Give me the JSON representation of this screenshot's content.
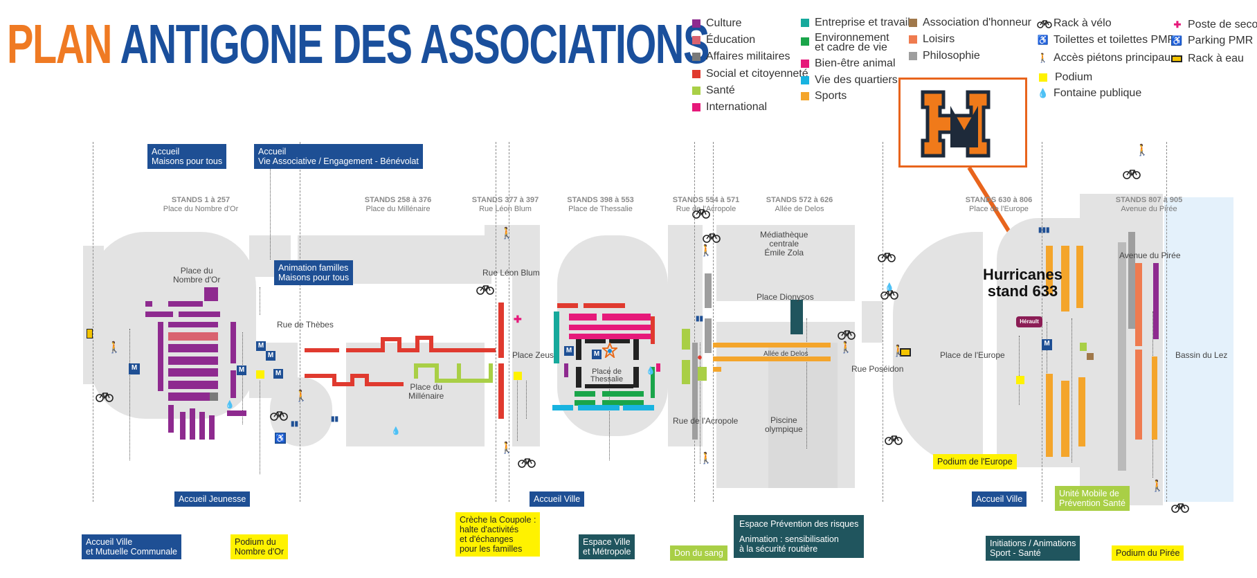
{
  "title": {
    "part1": "PLAN",
    "part2": "ANTIGONE DES ASSOCIATIONS"
  },
  "legend_col1": [
    {
      "label": "Culture",
      "color": "#8e2a8f"
    },
    {
      "label": "Éducation",
      "color": "#d9626f"
    },
    {
      "label": "Affaires militaires",
      "color": "#7a7a7a"
    },
    {
      "label": "Social et citoyenneté",
      "color": "#e03a2f"
    },
    {
      "label": "Santé",
      "color": "#a9cf46"
    },
    {
      "label": "International",
      "color": "#e6197a"
    }
  ],
  "legend_col2": [
    {
      "label": "Entreprise et travail",
      "color": "#16a99c"
    },
    {
      "label": "Environnement",
      "label2": "et cadre de vie",
      "color": "#1aa54a"
    },
    {
      "label": "Bien-être animal",
      "color": "#e6197a"
    },
    {
      "label": "Vie des quartiers",
      "color": "#18b3e0"
    },
    {
      "label": "Sports",
      "color": "#f4a52b"
    }
  ],
  "legend_col3": [
    {
      "label": "Association d'honneur",
      "color": "#a0784a"
    },
    {
      "label": "Loisirs",
      "color": "#ef7b4f"
    },
    {
      "label": "Philosophie",
      "color": "#9e9e9e"
    }
  ],
  "legend_col4": [
    {
      "label": "Rack à vélo",
      "icon": "bike-icon"
    },
    {
      "label": "Toilettes et toilettes PMR",
      "icon": "toilet-icon"
    },
    {
      "label": "Accès piétons principaux",
      "icon": "pedestrian-icon"
    },
    {
      "label": "Podium",
      "icon": "podium-icon",
      "color": "#fff200"
    },
    {
      "label": "Fontaine publique",
      "icon": "fountain-icon"
    }
  ],
  "legend_col5": [
    {
      "label": "Poste de secours",
      "icon": "first-aid-icon"
    },
    {
      "label": "Parking PMR",
      "icon": "wheelchair-icon"
    },
    {
      "label": "Rack à eau",
      "icon": "water-rack-icon"
    }
  ],
  "stands": [
    {
      "title": "STANDS 1 à 257",
      "place": "Place du Nombre d'Or"
    },
    {
      "title": "STANDS 258 à 376",
      "place": "Place du Millénaire"
    },
    {
      "title": "STANDS 377 à 397",
      "place": "Rue Léon Blum"
    },
    {
      "title": "STANDS 398 à 553",
      "place": "Place de Thessalie"
    },
    {
      "title": "STANDS 554 à 571",
      "place": "Rue de l'Acropole"
    },
    {
      "title": "STANDS 572 à 626",
      "place": "Allée de Delos"
    },
    {
      "title": "STANDS 630 à 806",
      "place": "Place de l'Europe"
    },
    {
      "title": "STANDS 807 à 905",
      "place": "Avenue du Pirée"
    }
  ],
  "map_labels": {
    "place_nombre_or": "Place du",
    "place_nombre_or2": "Nombre d'Or",
    "rue_thebes": "Rue de Thèbes",
    "place_millenaire": "Place du",
    "place_millenaire2": "Millénaire",
    "rue_leon_blum": "Rue Léon Blum",
    "place_zeus": "Place Zeus",
    "place_thessalie": "Place de",
    "place_thessalie2": "Thessalie",
    "mediatheque": "Médiathèque",
    "mediatheque2": "centrale",
    "mediatheque3": "Émile Zola",
    "place_dionysos": "Place Dionysos",
    "allee_delos": "Allée de Delos",
    "rue_poseidon": "Rue Poséidon",
    "rue_acropole": "Rue de l'Acropole",
    "piscine": "Piscine",
    "piscine2": "olympique",
    "place_europe": "Place de l'Europe",
    "avenue_piree": "Avenue du Pirée",
    "bassin_lez": "Bassin du Lez",
    "herault": "Hérault"
  },
  "boxes": {
    "accueil_maisons_1": "Accueil",
    "accueil_maisons_2": "Maisons pour tous",
    "accueil_vie_1": "Accueil",
    "accueil_vie_2": "Vie Associative / Engagement - Bénévolat",
    "animation_1": "Animation familles",
    "animation_2": "Maisons pour tous",
    "accueil_jeunesse": "Accueil Jeunesse",
    "accueil_ville_mutuelle_1": "Accueil Ville",
    "accueil_ville_mutuelle_2": "et Mutuelle Communale",
    "podium_nombre_1": "Podium du",
    "podium_nombre_2": "Nombre d'Or",
    "creche_1": "Crèche la Coupole :",
    "creche_2": "halte d'activités",
    "creche_3": "et d'échanges",
    "creche_4": "pour les familles",
    "accueil_ville_mid": "Accueil Ville",
    "espace_ville_1": "Espace Ville",
    "espace_ville_2": "et Métropole",
    "don_sang": "Don du sang",
    "espace_prev_1": "Espace Prévention des risques",
    "espace_prev_2": "Animation : sensibilisation",
    "espace_prev_3": "à la sécurité routière",
    "podium_europe": "Podium de l'Europe",
    "accueil_ville_right": "Accueil Ville",
    "unite_mobile_1": "Unité Mobile de",
    "unite_mobile_2": "Prévention Santé",
    "initiations_1": "Initiations / Animations",
    "initiations_2": "Sport - Santé",
    "podium_piree": "Podium du Pirée"
  },
  "hurricanes": {
    "line1": "Hurricanes",
    "line2": "stand 633"
  }
}
